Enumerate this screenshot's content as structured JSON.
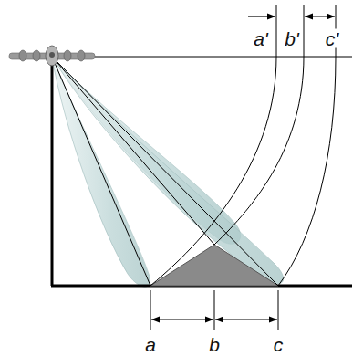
{
  "diagram": {
    "labels": [
      "a'",
      "b'",
      "c'",
      "a",
      "b",
      "c"
    ]
  }
}
